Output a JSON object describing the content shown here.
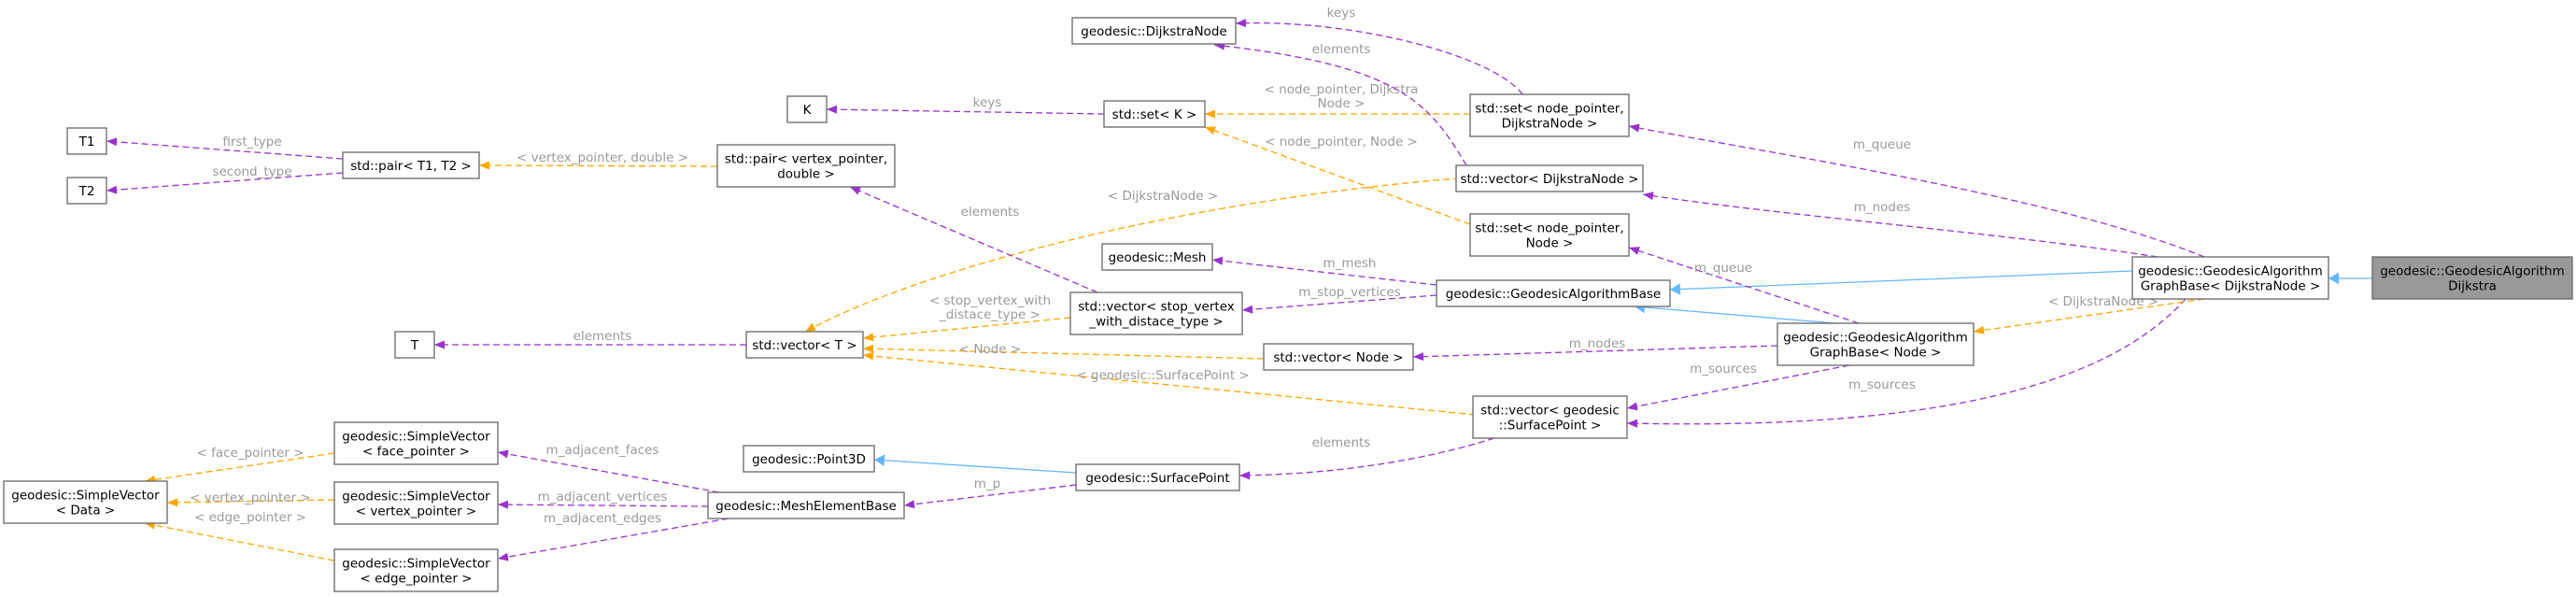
{
  "nodes": [
    {
      "id": "dijkstra",
      "lines": [
        "geodesic::GeodesicAlgorithm",
        "Dijkstra"
      ],
      "current": true
    },
    {
      "id": "gab_dn",
      "lines": [
        "geodesic::GeodesicAlgorithm",
        "GraphBase< DijkstraNode >"
      ]
    },
    {
      "id": "gab_node",
      "lines": [
        "geodesic::GeodesicAlgorithm",
        "GraphBase< Node >"
      ]
    },
    {
      "id": "gabase",
      "lines": [
        "geodesic::GeodesicAlgorithmBase"
      ]
    },
    {
      "id": "set_np_dn",
      "lines": [
        "std::set< node_pointer,",
        "DijkstraNode >"
      ]
    },
    {
      "id": "vec_dn",
      "lines": [
        "std::vector< DijkstraNode >"
      ]
    },
    {
      "id": "set_np_node",
      "lines": [
        "std::set< node_pointer,",
        "Node >"
      ]
    },
    {
      "id": "vec_sp",
      "lines": [
        "std::vector< geodesic",
        "::SurfacePoint >"
      ]
    },
    {
      "id": "vec_node",
      "lines": [
        "std::vector< Node >"
      ]
    },
    {
      "id": "dijkstranode",
      "lines": [
        "geodesic::DijkstraNode"
      ]
    },
    {
      "id": "set_k",
      "lines": [
        "std::set< K >"
      ]
    },
    {
      "id": "k",
      "lines": [
        "K"
      ]
    },
    {
      "id": "mesh",
      "lines": [
        "geodesic::Mesh"
      ]
    },
    {
      "id": "vec_svwd",
      "lines": [
        "std::vector< stop_vertex",
        "_with_distace_type >"
      ]
    },
    {
      "id": "vec_t",
      "lines": [
        "std::vector< T >"
      ]
    },
    {
      "id": "t",
      "lines": [
        "T"
      ]
    },
    {
      "id": "pair_vp",
      "lines": [
        "std::pair< vertex_pointer,",
        "double >"
      ]
    },
    {
      "id": "pair_t1t2",
      "lines": [
        "std::pair< T1, T2 >"
      ]
    },
    {
      "id": "t1",
      "lines": [
        "T1"
      ]
    },
    {
      "id": "t2",
      "lines": [
        "T2"
      ]
    },
    {
      "id": "surfacepoint",
      "lines": [
        "geodesic::SurfacePoint"
      ]
    },
    {
      "id": "point3d",
      "lines": [
        "geodesic::Point3D"
      ]
    },
    {
      "id": "meshelementbase",
      "lines": [
        "geodesic::MeshElementBase"
      ]
    },
    {
      "id": "sv_face",
      "lines": [
        "geodesic::SimpleVector",
        "< face_pointer >"
      ]
    },
    {
      "id": "sv_vertex",
      "lines": [
        "geodesic::SimpleVector",
        "< vertex_pointer >"
      ]
    },
    {
      "id": "sv_edge",
      "lines": [
        "geodesic::SimpleVector",
        "< edge_pointer >"
      ]
    },
    {
      "id": "sv_data",
      "lines": [
        "geodesic::SimpleVector",
        "< Data >"
      ]
    }
  ],
  "edges": [
    {
      "id": "e_inh_dijkstra",
      "kind": "inherit",
      "from": "dijkstra",
      "to": "gab_dn",
      "label": ""
    },
    {
      "id": "e_inh_gab_dn",
      "kind": "inherit",
      "from": "gab_dn",
      "to": "gabase",
      "label": ""
    },
    {
      "id": "e_inh_gab_node",
      "kind": "inherit",
      "from": "gab_node",
      "to": "gabase",
      "label": ""
    },
    {
      "id": "e_inh_surfacepoint",
      "kind": "inherit",
      "from": "surfacepoint",
      "to": "point3d",
      "label": ""
    },
    {
      "id": "e_m_queue_dn",
      "kind": "usage",
      "from": "gab_dn",
      "to": "set_np_dn",
      "label": "m_queue"
    },
    {
      "id": "e_m_nodes_dn",
      "kind": "usage",
      "from": "gab_dn",
      "to": "vec_dn",
      "label": "m_nodes"
    },
    {
      "id": "e_m_sources_dn",
      "kind": "usage",
      "from": "gab_dn",
      "to": "vec_sp",
      "label": "m_sources"
    },
    {
      "id": "e_tpl_gab",
      "kind": "template",
      "from": "gab_dn",
      "to": "gab_node",
      "label": "< DijkstraNode >"
    },
    {
      "id": "e_m_queue_node",
      "kind": "usage",
      "from": "gab_node",
      "to": "set_np_node",
      "label": "m_queue"
    },
    {
      "id": "e_m_nodes_node",
      "kind": "usage",
      "from": "gab_node",
      "to": "vec_node",
      "label": "m_nodes"
    },
    {
      "id": "e_m_sources_node",
      "kind": "usage",
      "from": "gab_node",
      "to": "vec_sp",
      "label": "m_sources"
    },
    {
      "id": "e_m_mesh",
      "kind": "usage",
      "from": "gabase",
      "to": "mesh",
      "label": "m_mesh"
    },
    {
      "id": "e_m_stop",
      "kind": "usage",
      "from": "gabase",
      "to": "vec_svwd",
      "label": "m_stop_vertices"
    },
    {
      "id": "e_keys",
      "kind": "usage",
      "from": "set_np_dn",
      "to": "dijkstranode",
      "label": "keys"
    },
    {
      "id": "e_tpl_set_dn",
      "kind": "template",
      "from": "set_np_dn",
      "to": "set_k",
      "label": "< node_pointer, Dijkstra\nNode >"
    },
    {
      "id": "e_elements_dn",
      "kind": "usage",
      "from": "vec_dn",
      "to": "dijkstranode",
      "label": "elements"
    },
    {
      "id": "e_tpl_vec_dn",
      "kind": "template",
      "from": "vec_dn",
      "to": "vec_t",
      "label": "< DijkstraNode >"
    },
    {
      "id": "e_tpl_set_node",
      "kind": "template",
      "from": "set_np_node",
      "to": "set_k",
      "label": "< node_pointer, Node >"
    },
    {
      "id": "e_keys_k",
      "kind": "usage",
      "from": "set_k",
      "to": "k",
      "label": "keys"
    },
    {
      "id": "e_elements_pair",
      "kind": "usage",
      "from": "vec_svwd",
      "to": "pair_vp",
      "label": "elements"
    },
    {
      "id": "e_tpl_vec_svwd",
      "kind": "template",
      "from": "vec_svwd",
      "to": "vec_t",
      "label": "< stop_vertex_with\n_distace_type >"
    },
    {
      "id": "e_tpl_vec_node",
      "kind": "template",
      "from": "vec_node",
      "to": "vec_t",
      "label": "< Node >"
    },
    {
      "id": "e_tpl_vec_sp",
      "kind": "template",
      "from": "vec_sp",
      "to": "vec_t",
      "label": "< geodesic::SurfacePoint >"
    },
    {
      "id": "e_elements_sp",
      "kind": "usage",
      "from": "vec_sp",
      "to": "surfacepoint",
      "label": "elements"
    },
    {
      "id": "e_elements_t",
      "kind": "usage",
      "from": "vec_t",
      "to": "t",
      "label": "elements"
    },
    {
      "id": "e_tpl_pair",
      "kind": "template",
      "from": "pair_vp",
      "to": "pair_t1t2",
      "label": "< vertex_pointer, double >"
    },
    {
      "id": "e_first",
      "kind": "usage",
      "from": "pair_t1t2",
      "to": "t1",
      "label": "first_type"
    },
    {
      "id": "e_second",
      "kind": "usage",
      "from": "pair_t1t2",
      "to": "t2",
      "label": "second_type"
    },
    {
      "id": "e_m_p",
      "kind": "usage",
      "from": "surfacepoint",
      "to": "meshelementbase",
      "label": "m_p"
    },
    {
      "id": "e_adj_faces",
      "kind": "usage",
      "from": "meshelementbase",
      "to": "sv_face",
      "label": "m_adjacent_faces"
    },
    {
      "id": "e_adj_vertices",
      "kind": "usage",
      "from": "meshelementbase",
      "to": "sv_vertex",
      "label": "m_adjacent_vertices"
    },
    {
      "id": "e_adj_edges",
      "kind": "usage",
      "from": "meshelementbase",
      "to": "sv_edge",
      "label": "m_adjacent_edges"
    },
    {
      "id": "e_tpl_sv_face",
      "kind": "template",
      "from": "sv_face",
      "to": "sv_data",
      "label": "< face_pointer >"
    },
    {
      "id": "e_tpl_sv_vertex",
      "kind": "template",
      "from": "sv_vertex",
      "to": "sv_data",
      "label": "< vertex_pointer >"
    },
    {
      "id": "e_tpl_sv_edge",
      "kind": "template",
      "from": "sv_edge",
      "to": "sv_data",
      "label": "< edge_pointer >"
    }
  ],
  "colors": {
    "usage": "#9a32cd",
    "template": "#ffa500",
    "inheritance": "#63b8ff",
    "label_text": "#9a9a9a",
    "current_node_fill": "#999999",
    "node_border": "#666666"
  }
}
